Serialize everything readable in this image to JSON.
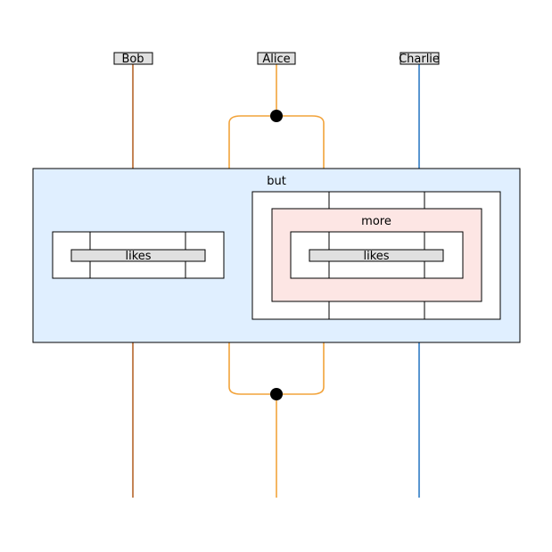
{
  "wires": [
    {
      "name": "Bob",
      "color": "#b5652b"
    },
    {
      "name": "Alice",
      "color": "#f2a33a"
    },
    {
      "name": "Charlie",
      "color": "#2f7bc4"
    }
  ],
  "boxes": {
    "outer": {
      "label": "but",
      "fill": "#e0efff"
    },
    "inner": {
      "label": "more",
      "fill": "#fde6e4"
    },
    "left_likes": {
      "label": "likes"
    },
    "right_likes": {
      "label": "likes"
    }
  },
  "spider_color": "#000000"
}
